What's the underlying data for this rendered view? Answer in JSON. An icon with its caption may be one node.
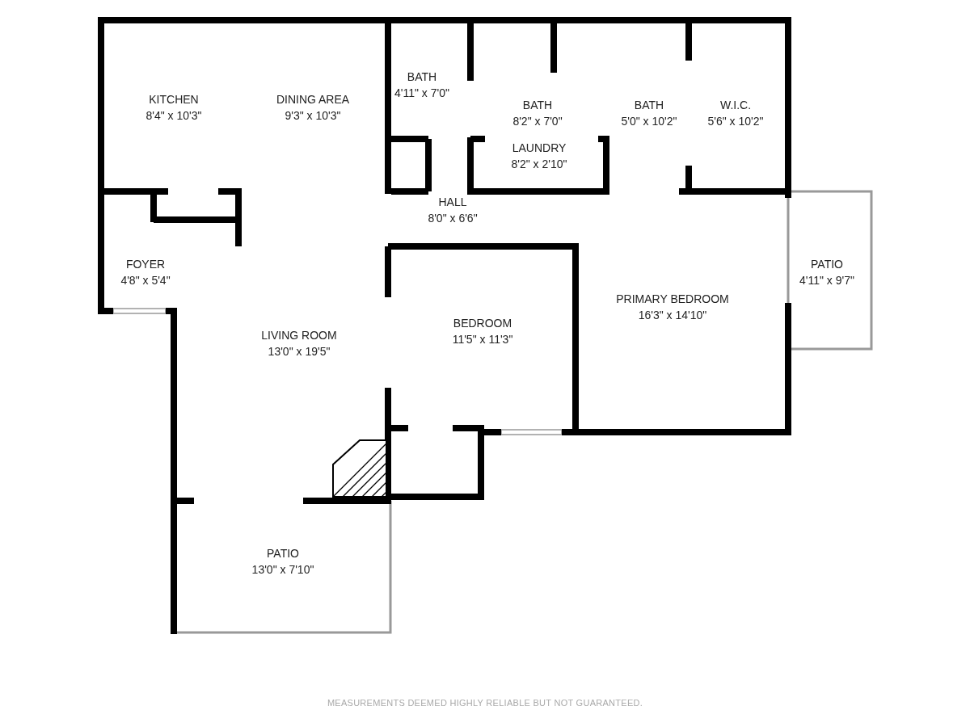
{
  "diagram": {
    "nodes": [
      {
        "text": [
          "KITCHEN",
          "8'4\" x 10'3\""
        ]
      },
      {
        "text": [
          "DINING AREA",
          "9'3\" x 10'3\""
        ]
      },
      {
        "text": [
          "BATH",
          "4'11\" x 7'0\""
        ]
      },
      {
        "text": [
          "BATH",
          "8'2\" x 7'0\""
        ]
      },
      {
        "text": [
          "LAUNDRY",
          "8'2\" x 2'10\""
        ]
      },
      {
        "text": [
          "BATH",
          "5'0\" x 10'2\""
        ]
      },
      {
        "text": [
          "W.I.C.",
          "5'6\" x 10'2\""
        ]
      },
      {
        "text": [
          "FOYER",
          "4'8\" x 5'4\""
        ]
      },
      {
        "text": [
          "HALL",
          "8'0\" x 6'6\""
        ]
      },
      {
        "text": [
          "LIVING ROOM",
          "13'0\" x 19'5\""
        ]
      },
      {
        "text": [
          "BEDROOM",
          "11'5\" x 11'3\""
        ]
      },
      {
        "text": [
          "PRIMARY BEDROOM",
          "16'3\" x 14'10\""
        ]
      },
      {
        "text": [
          "PATIO",
          "4'11\" x 9'7\""
        ]
      },
      {
        "text": [
          "PATIO",
          "13'0\" x 7'10\""
        ]
      }
    ],
    "labels": [
      "MEASUREMENTS DEEMED HIGHLY RELIABLE BUT NOT GUARANTEED."
    ]
  }
}
